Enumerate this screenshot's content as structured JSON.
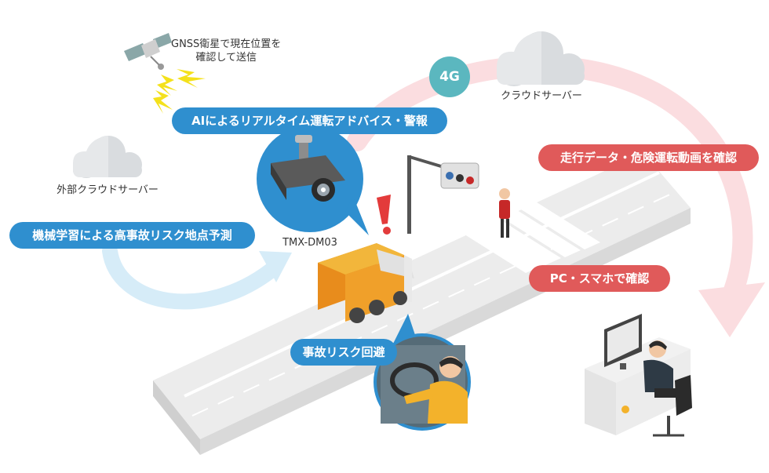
{
  "labels": {
    "gnss": "GNSS衛星で現在位置を\n確認して送信",
    "cloud_server": "クラウドサーバー",
    "external_cloud": "外部クラウドサーバー",
    "device": "TMX-DM03"
  },
  "badges": {
    "network": "4G"
  },
  "callouts": {
    "ai_advice": "AIによるリアルタイム運転アドバイス・警報",
    "ml_prediction": "機械学習による高事故リスク地点予測",
    "confirm_data": "走行データ・危険運転動画を確認",
    "pc_phone": "PC・スマホで確認",
    "avoid_risk": "事故リスク回避"
  },
  "colors": {
    "blue": "#2f8fcf",
    "red": "#e05a5a",
    "teal": "#5bb7bf",
    "cloud": "#d9dcdf"
  }
}
